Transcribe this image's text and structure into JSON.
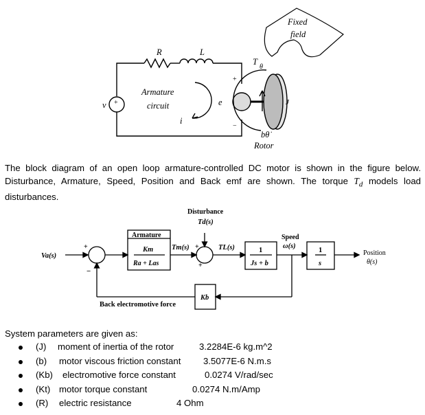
{
  "circuit": {
    "R_label": "R",
    "L_label": "L",
    "v_label": "v",
    "plus": "+",
    "minus": "−",
    "armature_line1": "Armature",
    "armature_line2": "circuit",
    "i_label": "i",
    "e_label": "e",
    "T_label": "T",
    "theta_label": "θ",
    "J_label": "J",
    "btheta_label": "bθ̇",
    "rotor_label": "Rotor",
    "fixed_field_line1": "Fixed",
    "fixed_field_line2": "field"
  },
  "paragraph": {
    "part1": "The block diagram of an open loop armature-controlled DC motor is shown in the figure below. Disturbance, Armature, Speed, Position and Back emf are shown. The torque ",
    "td": "T",
    "td_sub": "d",
    "part2": " models load disturbances."
  },
  "block": {
    "disturbance_line1": "Disturbance",
    "disturbance_line2": "Td(s)",
    "input": "Va(s)",
    "armature_title": "Armature",
    "armature_num": "Km",
    "armature_den": "Ra + Las",
    "tm": "Tm(s)",
    "tl": "TL(s)",
    "load_num": "1",
    "load_den": "Js + b",
    "speed_line1": "Speed",
    "speed_line2": "ω(s)",
    "int_num": "1",
    "int_den": "s",
    "position_line1": "Position",
    "position_line2": "θ(s)",
    "kb": "Kb",
    "back_emf": "Back electromotive force",
    "plus": "+",
    "minus": "−"
  },
  "params": {
    "title": "System parameters are given as:",
    "items": [
      {
        "code": "(J)",
        "desc": "moment of inertia of the rotor",
        "value": "3.2284E-6 kg.m^2"
      },
      {
        "code": "(b)",
        "desc": "motor viscous friction constant",
        "value": "3.5077E-6 N.m.s"
      },
      {
        "code": "(Kb)",
        "desc": "electromotive force constant",
        "value": "0.0274 V/rad/sec"
      },
      {
        "code": "(Kt)",
        "desc": "motor torque constant",
        "value": "0.0274 N.m/Amp"
      },
      {
        "code": "(R)",
        "desc": "electric resistance",
        "value": "4 Ohm"
      }
    ]
  }
}
